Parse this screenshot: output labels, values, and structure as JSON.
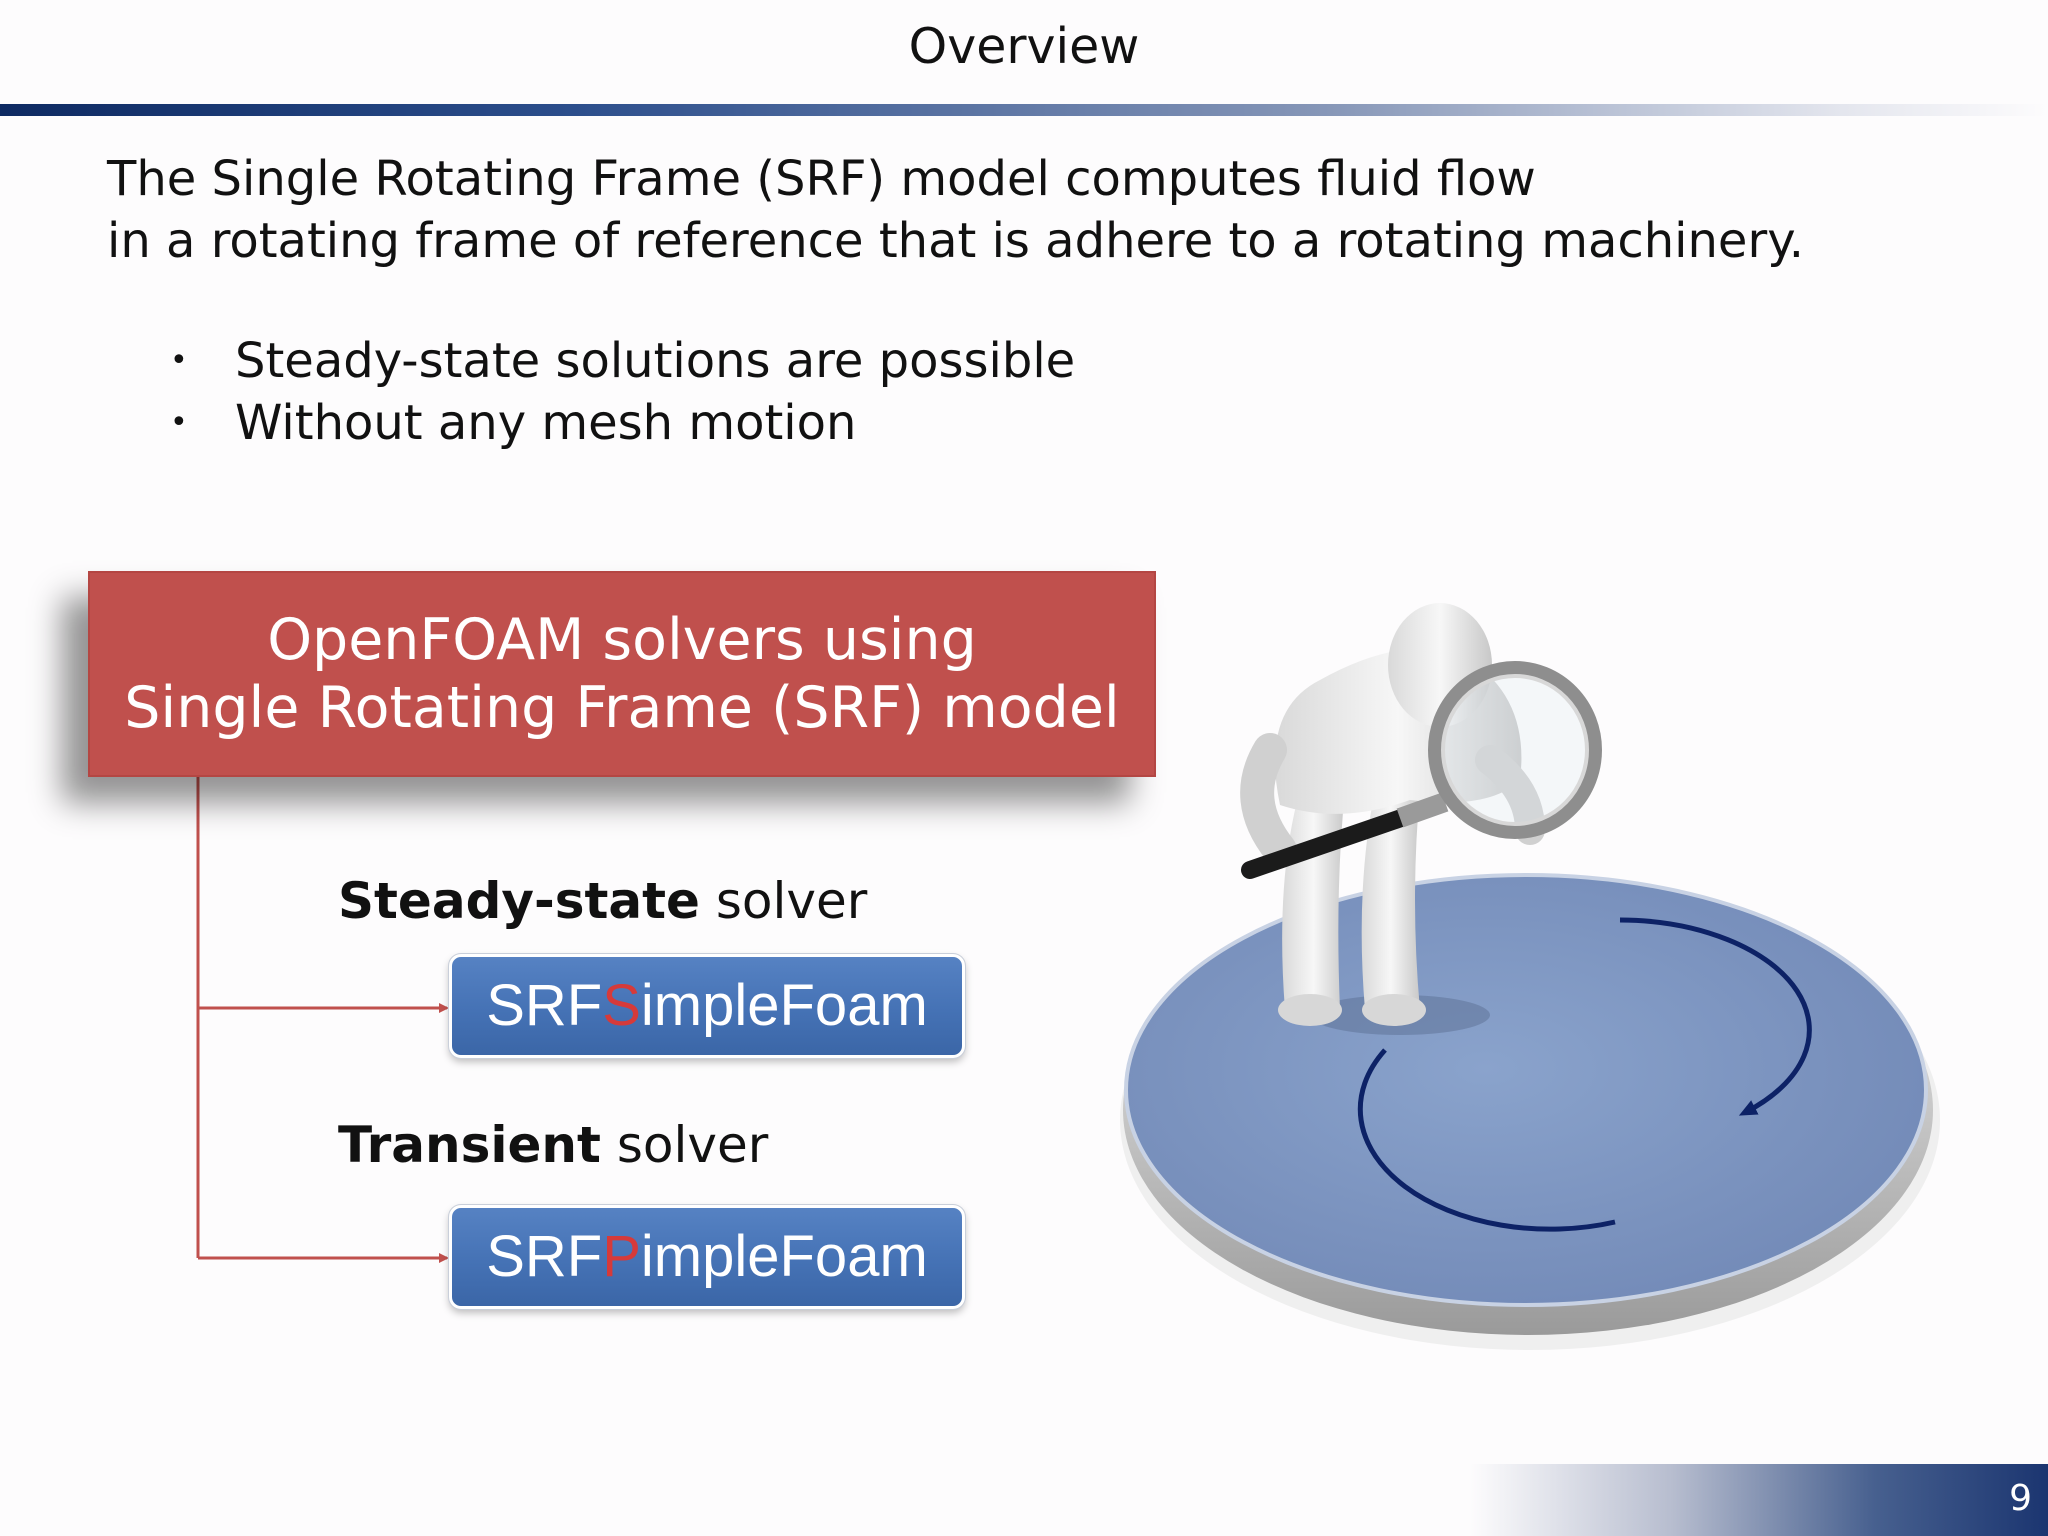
{
  "slide": {
    "title": "Overview",
    "page_number": "9"
  },
  "intro": {
    "line1": "The Single Rotating Frame (SRF) model computes fluid flow",
    "line2": "in a rotating frame of reference that is adhere to a rotating machinery."
  },
  "bullets": [
    {
      "marker": "•",
      "text": "Steady-state solutions are possible"
    },
    {
      "marker": "•",
      "text": "Without any mesh motion"
    }
  ],
  "main_box": {
    "line1": "OpenFOAM solvers using",
    "line2": "Single Rotating Frame (SRF) model"
  },
  "steady": {
    "label_bold": "Steady-state",
    "label_rest": " solver",
    "solver_prefix": "SRF",
    "solver_highlight": "S",
    "solver_suffix": "impleFoam"
  },
  "transient": {
    "label_bold": "Transient",
    "label_rest": " solver",
    "solver_prefix": "SRF",
    "solver_highlight": "P",
    "solver_suffix": "impleFoam"
  },
  "colors": {
    "title_rule": "#0e2a62",
    "main_box": "#c0504d",
    "connector": "#c0504d",
    "solver_button": "#4572b5",
    "solver_highlight": "#d63a3a",
    "disc": "#7590bd",
    "rotation_arrow": "#0d2266"
  },
  "illustration": {
    "icon": "magnifier-figure-on-rotating-disc-icon"
  }
}
